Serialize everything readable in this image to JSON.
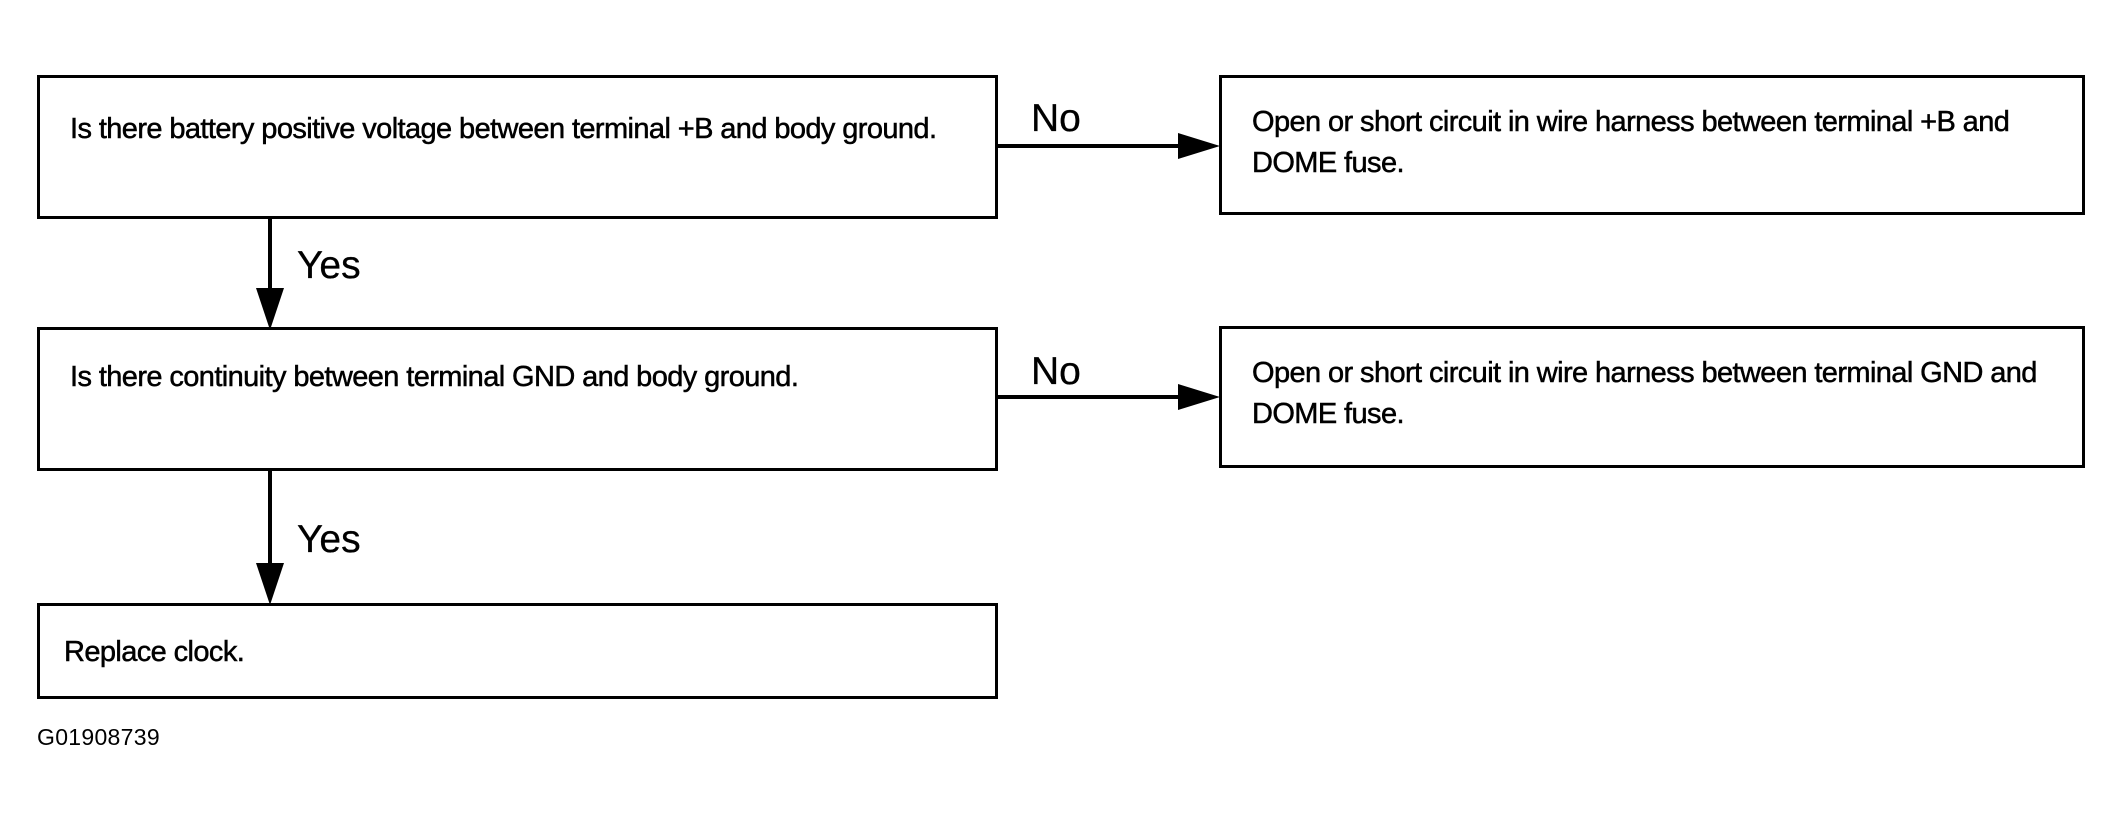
{
  "nodes": {
    "q1": {
      "text": "Is there battery positive voltage between terminal +B and body ground."
    },
    "q2": {
      "text": "Is there continuity between terminal GND and body ground."
    },
    "r1": {
      "text": "Open or short circuit in wire harness between terminal +B and DOME fuse."
    },
    "r2": {
      "text": "Open or short circuit in wire harness between terminal GND and DOME fuse."
    },
    "r3": {
      "text": "Replace clock."
    }
  },
  "edges": [
    {
      "from": "q1",
      "to": "r1",
      "label": "No"
    },
    {
      "from": "q1",
      "to": "q2",
      "label": "Yes"
    },
    {
      "from": "q2",
      "to": "r2",
      "label": "No"
    },
    {
      "from": "q2",
      "to": "r3",
      "label": "Yes"
    }
  ],
  "figure_code": "G01908739"
}
